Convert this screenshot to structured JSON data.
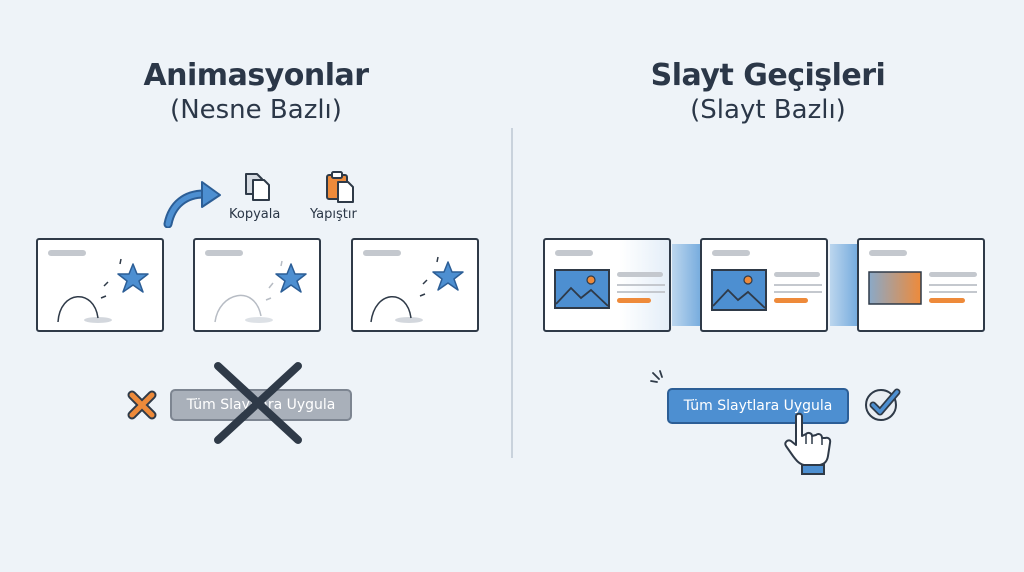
{
  "left": {
    "title": "Animasyonlar",
    "subtitle": "(Nesne Bazlı)",
    "copy_label": "Kopyala",
    "paste_label": "Yapıştır",
    "apply_all_label": "Tüm Slaytlara Uygula",
    "apply_all_state": "disabled",
    "icons": [
      "curved-arrow-icon",
      "copy-icon",
      "clipboard-icon",
      "star-icon",
      "x-icon",
      "big-cross-icon"
    ]
  },
  "right": {
    "title": "Slayt Geçişleri",
    "subtitle": "(Slayt Bazlı)",
    "apply_all_label": "Tüm Slaytlara Uygula",
    "apply_all_state": "enabled",
    "icons": [
      "image-icon",
      "checkmark-icon",
      "pointer-hand-icon"
    ]
  },
  "colors": {
    "accent_blue": "#4d8fd1",
    "accent_orange": "#ee8a3a",
    "outline": "#2f3a48",
    "background": "#eef3f8"
  }
}
